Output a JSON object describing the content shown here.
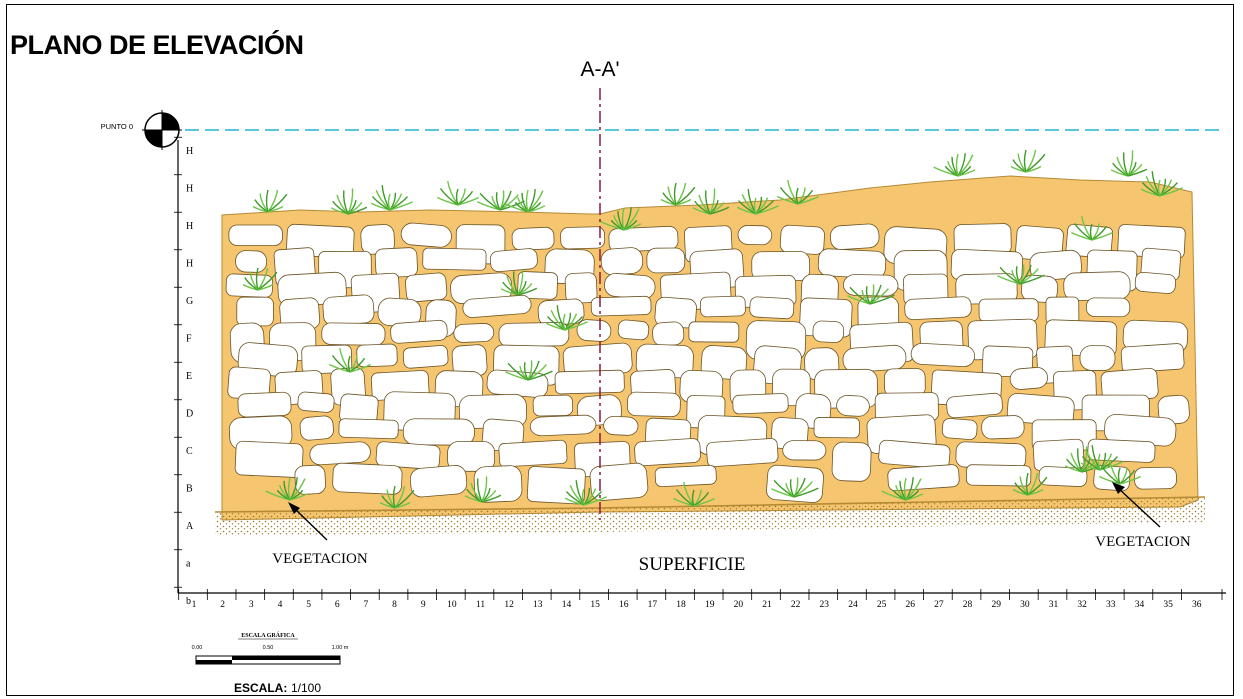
{
  "title": "PLANO DE ELEVACIÓN",
  "section_label": "A-A'",
  "datum_label": "PUNTO 0",
  "row_labels": [
    "H",
    "H",
    "H",
    "H",
    "G",
    "F",
    "E",
    "D",
    "C",
    "B",
    "A",
    "a",
    "b"
  ],
  "column_labels": [
    "1",
    "2",
    "3",
    "4",
    "5",
    "6",
    "7",
    "8",
    "9",
    "10",
    "11",
    "12",
    "13",
    "14",
    "15",
    "16",
    "17",
    "18",
    "19",
    "20",
    "21",
    "22",
    "23",
    "24",
    "25",
    "26",
    "27",
    "28",
    "29",
    "30",
    "31",
    "32",
    "33",
    "34",
    "35",
    "36"
  ],
  "annotations": {
    "vegetation_left": "VEGETACION",
    "vegetation_right": "VEGETACION",
    "surface": "SUPERFICIE"
  },
  "scale_bar": {
    "title": "ESCALA GRÁFICA",
    "ticks": [
      "0.00",
      "0.50",
      "1.00 m"
    ]
  },
  "scale": {
    "label": "ESCALA:",
    "value": "1/100"
  },
  "colors": {
    "mortar": "#f6c56f",
    "mortar_edge": "#b58a36",
    "stone_fill": "#ffffff",
    "grass": "#5cb83a",
    "datum_line": "#27b4d6",
    "section_line": "#8b1c3a"
  }
}
